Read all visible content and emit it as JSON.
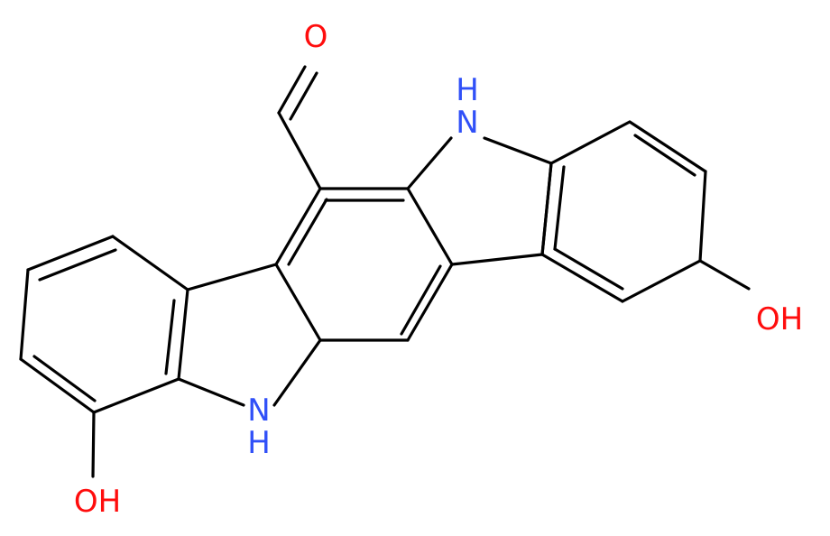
{
  "molecule": {
    "atom_labels": {
      "aldehyde_o": "O",
      "nh_top": "N",
      "nh_top_h": "H",
      "nh_bottom": "N",
      "nh_bottom_h": "H",
      "oh_right": "OH",
      "oh_bottom": "OH"
    },
    "colors": {
      "bond": "#000000",
      "oxygen": "#ff0d0d",
      "nitrogen": "#3050f8"
    }
  }
}
